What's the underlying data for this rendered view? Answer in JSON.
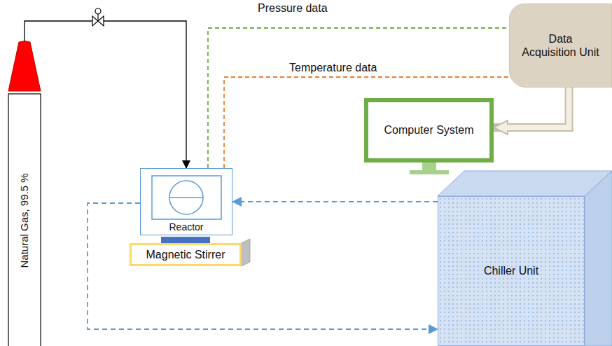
{
  "diagram": {
    "nodes": [
      {
        "text": [
          "Natural Gas, 99.5 %"
        ]
      },
      {
        "text": [
          "Reactor"
        ]
      },
      {
        "text": [
          "Magnetic Stirrer"
        ]
      },
      {
        "text": [
          "Data Acquisition Unit"
        ]
      },
      {
        "text": [
          "Computer System"
        ]
      },
      {
        "text": [
          "Chiller Unit"
        ]
      }
    ],
    "edges": [
      {
        "from": 0,
        "to": 1,
        "arrow": "to"
      },
      {
        "from": 1,
        "to": 3,
        "label": "Pressure data",
        "arrow": "none"
      },
      {
        "from": 1,
        "to": 3,
        "label": "Temperature data",
        "arrow": "none"
      },
      {
        "from": 3,
        "to": 4,
        "arrow": "to"
      },
      {
        "from": 5,
        "to": 1,
        "arrow": "to"
      },
      {
        "from": 1,
        "to": 5,
        "arrow": "to"
      }
    ]
  }
}
